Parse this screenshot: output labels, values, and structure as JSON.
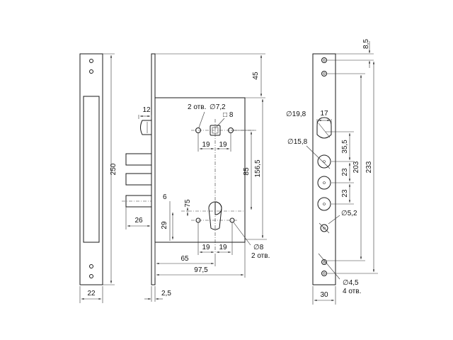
{
  "strike": {
    "height": "250",
    "width": "22"
  },
  "body": {
    "top_gap": "45",
    "bolt_width": "12",
    "holes_label": "2 отв.",
    "hole_dia": "∅7,2",
    "square": "□ 8",
    "spacing_19a": "19",
    "spacing_19b": "19",
    "dim_85": "85",
    "dim_156_5": "156,5",
    "dim_6": "6",
    "dim_75": "75",
    "dim_29": "29",
    "dim_26": "26",
    "cyl_19a": "19",
    "cyl_19b": "19",
    "cyl_hole": "∅8",
    "cyl_holes": "2 отв.",
    "dim_65": "65",
    "dim_97_5": "97,5",
    "dim_2_5": "2,5"
  },
  "faceplate": {
    "top_offset": "8,5",
    "big_dia": "∅19,8",
    "width_17": "17",
    "dim_35_5": "35,5",
    "mid_dia": "∅15,8",
    "dim_23a": "23",
    "dim_23b": "23",
    "dim_203": "203",
    "dim_233": "233",
    "small_dia": "∅5,2",
    "screw_dia": "∅4,5",
    "screw_count": "4 отв.",
    "width": "30"
  }
}
